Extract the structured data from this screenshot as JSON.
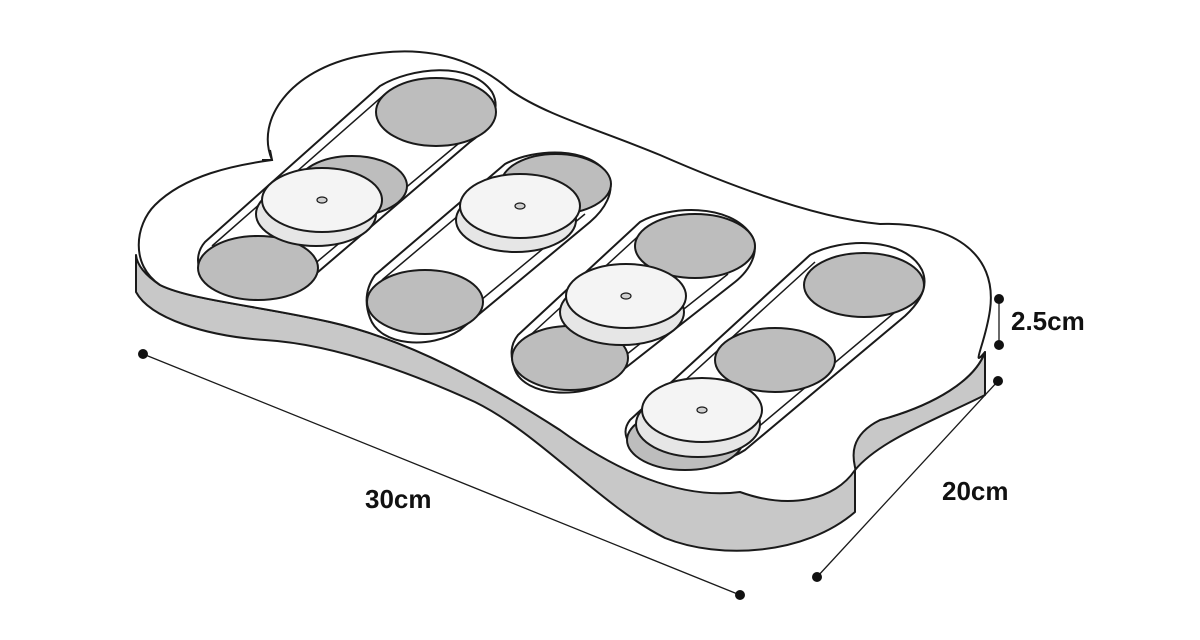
{
  "dimensions": {
    "length": "30cm",
    "width": "20cm",
    "height": "2.5cm"
  },
  "colors": {
    "top_surface": "#ffffff",
    "side_wall": "#c8c8c8",
    "well": "#bdbdbd",
    "disc": "#f4f4f4",
    "line": "#1a1a1a"
  }
}
